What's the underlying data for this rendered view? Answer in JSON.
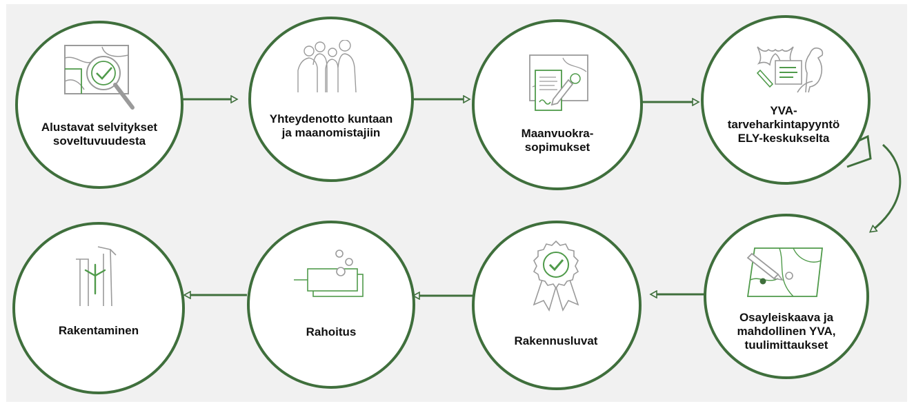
{
  "steps": [
    {
      "id": "alustavat",
      "lines": [
        "Alustavat selvitykset",
        "soveltuvuudesta"
      ],
      "icon": "map-magnifier-check-icon"
    },
    {
      "id": "yhteydenotto",
      "lines": [
        "Yhteydenotto kuntaan",
        "ja maanomistajiin"
      ],
      "icon": "people-group-icon"
    },
    {
      "id": "maanvuokra",
      "lines": [
        "Maanvuokra-",
        "sopimukset"
      ],
      "icon": "contract-signing-icon"
    },
    {
      "id": "yva-tarve",
      "lines": [
        "YVA-",
        "tarveharkintapyyntö",
        "ELY-keskukselta"
      ],
      "icon": "bat-bird-document-icon"
    },
    {
      "id": "osayleiskaava",
      "lines": [
        "Osayleiskaava ja",
        "mahdollinen YVA,",
        "tuulimittaukset"
      ],
      "icon": "map-pen-icon"
    },
    {
      "id": "rakennusluvat",
      "lines": [
        "Rakennusluvat"
      ],
      "icon": "certificate-ribbon-icon"
    },
    {
      "id": "rahoitus",
      "lines": [
        "Rahoitus"
      ],
      "icon": "money-bills-coins-icon"
    },
    {
      "id": "rakentaminen",
      "lines": [
        "Rakentaminen"
      ],
      "icon": "wind-turbine-icon"
    }
  ],
  "colors": {
    "accent": "#3f6f3c",
    "icon_gray": "#9a9a9a",
    "icon_green": "#4f9a4a",
    "panel": "#f1f1f1"
  }
}
